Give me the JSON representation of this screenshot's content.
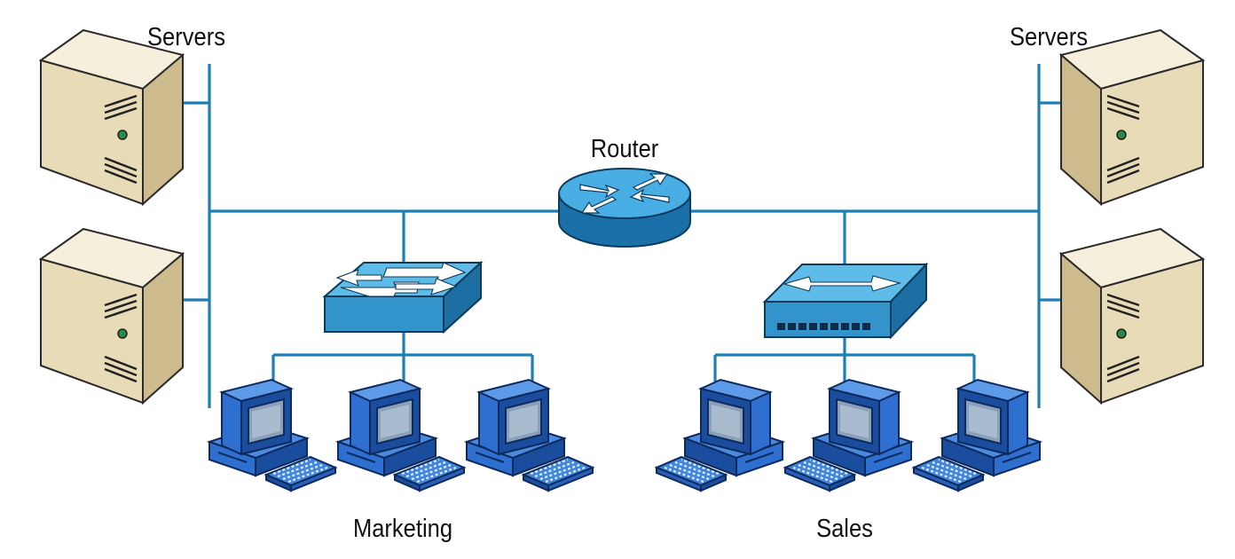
{
  "labels": {
    "servers_left": "Servers",
    "servers_right": "Servers",
    "router": "Router",
    "marketing": "Marketing",
    "sales": "Sales"
  },
  "colors": {
    "link": "#1d7fb5",
    "device_blue": "#2f6fd0",
    "device_dark": "#1a4d9e",
    "switch_blue": "#3aa1d6",
    "server_beige": "#efe3c4",
    "server_shade": "#c7b48a",
    "text": "#111111"
  },
  "icons": {
    "server": "server-icon",
    "router": "router-icon",
    "switch": "switch-icon",
    "workstation": "workstation-icon",
    "keyboard": "keyboard-icon"
  }
}
